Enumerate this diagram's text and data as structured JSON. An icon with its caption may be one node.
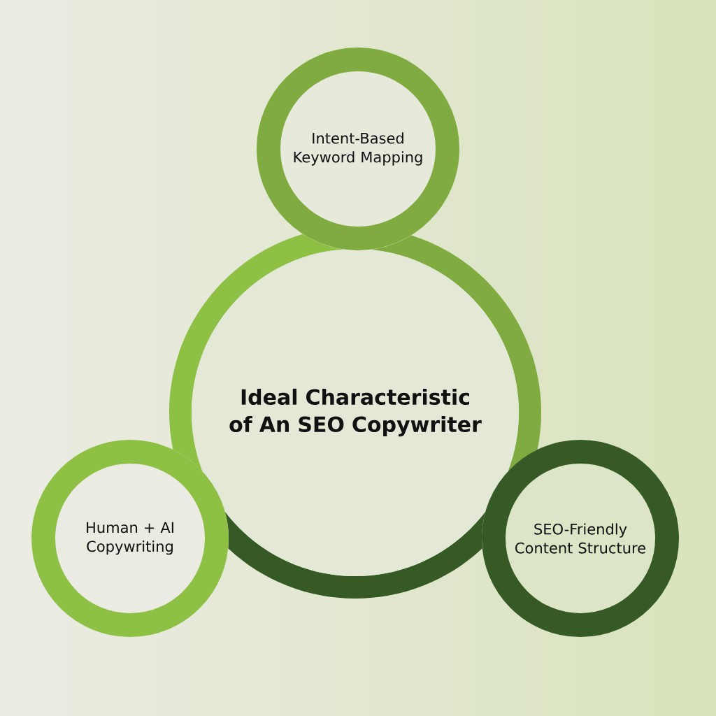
{
  "diagram": {
    "nodes": [
      {
        "text": [
          "Ideal Characteristic of An SEO Copywriter"
        ]
      },
      {
        "text": [
          "Intent-Based Keyword Mapping"
        ]
      },
      {
        "text": [
          "Human + AI Copywriting"
        ]
      },
      {
        "text": [
          "SEO-Friendly Content Structure"
        ]
      }
    ]
  }
}
